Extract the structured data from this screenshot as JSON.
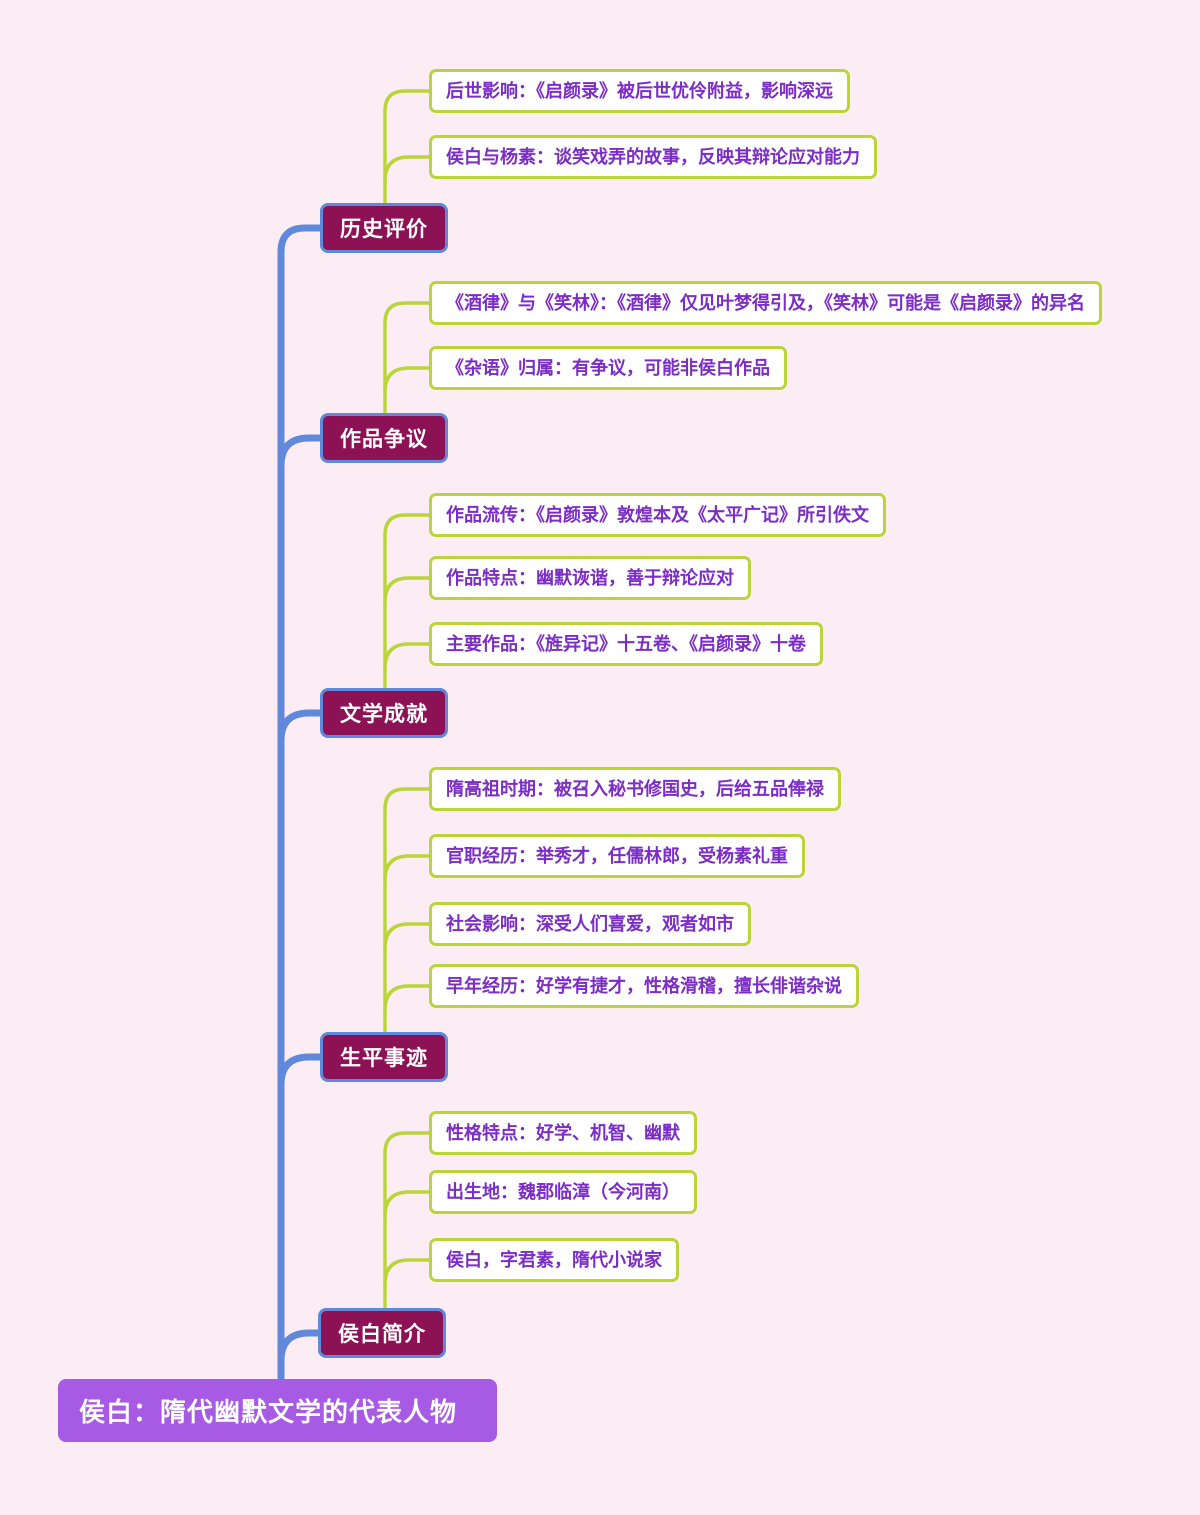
{
  "root": {
    "label": "侯白：隋代幽默文学的代表人物"
  },
  "branches": [
    {
      "label": "历史评价",
      "children": [
        "后世影响：《启颜录》被后世优伶附益，影响深远",
        "侯白与杨素：谈笑戏弄的故事，反映其辩论应对能力"
      ]
    },
    {
      "label": "作品争议",
      "children": [
        "《酒律》与《笑林》：《酒律》仅见叶梦得引及，《笑林》可能是《启颜录》的异名",
        "《杂语》归属：有争议，可能非侯白作品"
      ]
    },
    {
      "label": "文学成就",
      "children": [
        "作品流传：《启颜录》敦煌本及《太平广记》所引佚文",
        "作品特点：幽默诙谐，善于辩论应对",
        "主要作品：《旌异记》十五卷、《启颜录》十卷"
      ]
    },
    {
      "label": "生平事迹",
      "children": [
        "隋高祖时期：被召入秘书修国史，后给五品俸禄",
        "官职经历：举秀才，任儒林郎，受杨素礼重",
        "社会影响：深受人们喜爱，观者如市",
        "早年经历：好学有捷才，性格滑稽，擅长俳谐杂说"
      ]
    },
    {
      "label": "侯白简介",
      "children": [
        "性格特点：好学、机智、幽默",
        "出生地：魏郡临漳（今河南）",
        "侯白，字君素，隋代小说家"
      ]
    }
  ],
  "colors": {
    "background": "#fcedf4",
    "trunk_blue": "#6088db",
    "branch_fill": "#8c1155",
    "branch_text": "#ffffff",
    "leaf_border": "#b9d53a",
    "leaf_fill": "#ffffff",
    "leaf_text": "#7b2dc5",
    "root_fill": "#a75ae4",
    "root_text": "#ffffff"
  }
}
